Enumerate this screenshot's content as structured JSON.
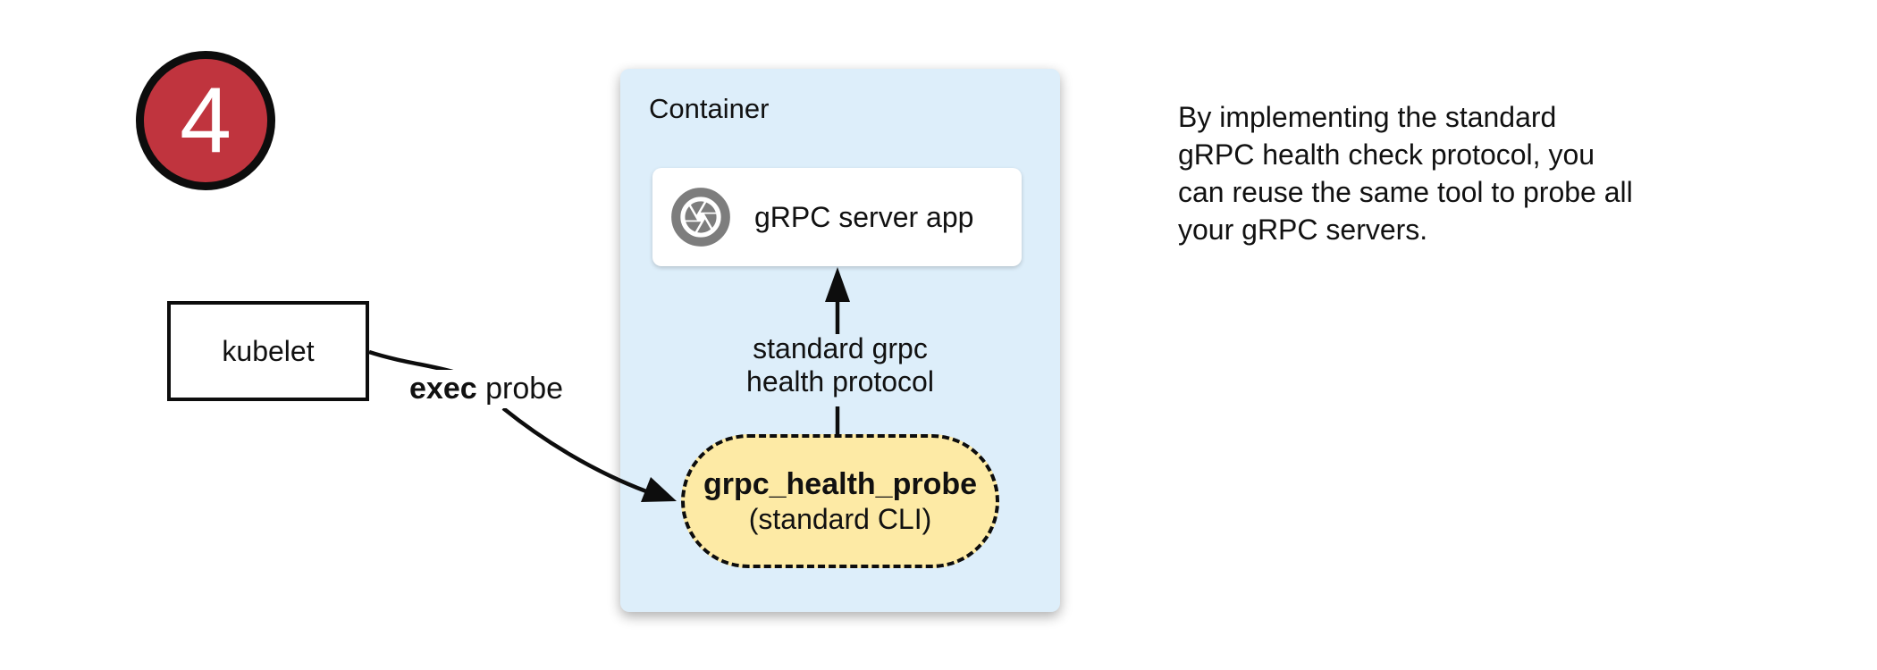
{
  "badge": {
    "number": "4",
    "color": "#c0343e"
  },
  "kubelet": {
    "label": "kubelet"
  },
  "probe_arrow": {
    "bold": "exec",
    "rest": " probe"
  },
  "container": {
    "title": "Container",
    "fill": "#ddeefa",
    "server_card": {
      "label": "gRPC server app",
      "icon": "aperture-icon",
      "icon_color": "#7d7d7d"
    },
    "protocol_label": {
      "lines": [
        "standard grpc",
        "health protocol"
      ]
    },
    "probe_pill": {
      "name": "grpc_health_probe",
      "subtitle": "(standard CLI)",
      "fill": "#fdeaa5"
    }
  },
  "note": {
    "lines": [
      "By implementing the standard",
      "gRPC health check protocol, you",
      "can reuse the same tool to probe all",
      "your gRPC servers."
    ]
  }
}
